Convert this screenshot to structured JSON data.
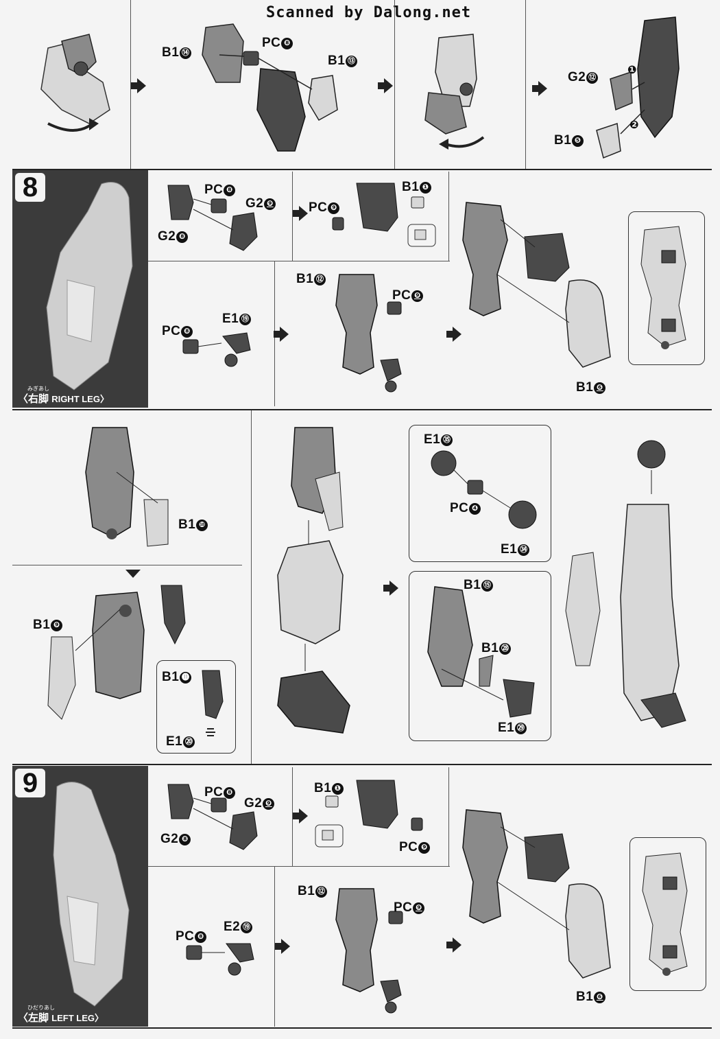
{
  "header": {
    "scan_credit": "Scanned by Dalong.net"
  },
  "colors": {
    "part_dark": "#4a4a4a",
    "part_mid": "#8a8a8a",
    "part_light": "#d8d8d8",
    "panel_bg": "#3b3b3b"
  },
  "top_row": {
    "labels": [
      {
        "part": "B1",
        "num": "⑭"
      },
      {
        "part": "PC",
        "num": "❽"
      },
      {
        "part": "B1",
        "num": "⑬"
      },
      {
        "part": "G2",
        "num": "⑫"
      },
      {
        "part": "B1",
        "num": "❺"
      }
    ],
    "order_marks": [
      "❶",
      "❷"
    ]
  },
  "step8": {
    "number": "8",
    "caption_ruby": "みぎあし",
    "caption_jp": "〈右脚",
    "caption_en": "RIGHT LEG〉",
    "labels": {
      "pc8": {
        "part": "PC",
        "num": "❽"
      },
      "g29": {
        "part": "G2",
        "num": "❾"
      },
      "g28": {
        "part": "G2",
        "num": "❽"
      },
      "b11": {
        "part": "B1",
        "num": "❶"
      },
      "pc9": {
        "part": "PC",
        "num": "❾"
      },
      "b112": {
        "part": "B1",
        "num": "⑫"
      },
      "pc9b": {
        "part": "PC",
        "num": "❾"
      },
      "pc8b": {
        "part": "PC",
        "num": "❽"
      },
      "e119": {
        "part": "E1",
        "num": "⑲"
      },
      "b16": {
        "part": "B1",
        "num": "❻"
      }
    }
  },
  "middle": {
    "labels": {
      "b110": {
        "part": "B1",
        "num": "❿"
      },
      "b19": {
        "part": "B1",
        "num": "❾"
      },
      "b111": {
        "part": "B1",
        "num": "⓫"
      },
      "e120": {
        "part": "E1",
        "num": "⑳"
      },
      "e135": {
        "part": "E1",
        "num": "㉟"
      },
      "pc4": {
        "part": "PC",
        "num": "❹"
      },
      "e134": {
        "part": "E1",
        "num": "㉞"
      },
      "b115": {
        "part": "B1",
        "num": "⑮"
      },
      "b128": {
        "part": "B1",
        "num": "㉘"
      },
      "e129": {
        "part": "E1",
        "num": "㉙"
      }
    }
  },
  "step9": {
    "number": "9",
    "caption_ruby": "ひだりあし",
    "caption_jp": "〈左脚",
    "caption_en": "LEFT LEG〉",
    "labels": {
      "pc8": {
        "part": "PC",
        "num": "❽"
      },
      "g29": {
        "part": "G2",
        "num": "❾"
      },
      "g28": {
        "part": "G2",
        "num": "❽"
      },
      "b11": {
        "part": "B1",
        "num": "❶"
      },
      "pc9": {
        "part": "PC",
        "num": "❾"
      },
      "b112": {
        "part": "B1",
        "num": "⑫"
      },
      "pc9b": {
        "part": "PC",
        "num": "❾"
      },
      "pc8b": {
        "part": "PC",
        "num": "❽"
      },
      "e219": {
        "part": "E2",
        "num": "⑲"
      },
      "b16": {
        "part": "B1",
        "num": "❻"
      }
    }
  }
}
